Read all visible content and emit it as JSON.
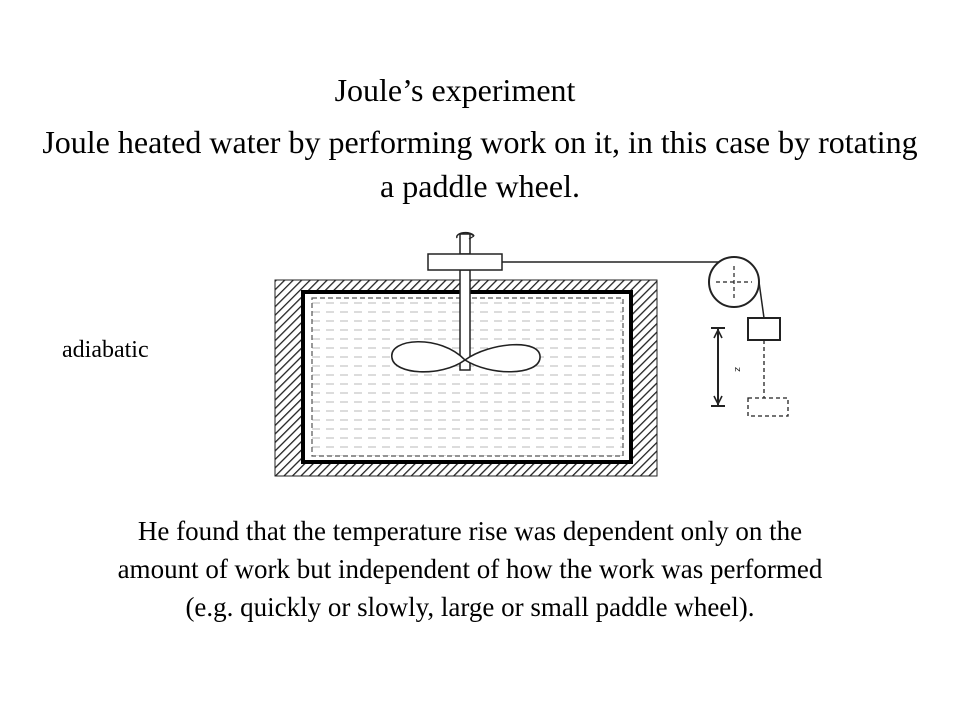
{
  "slide": {
    "title": "Joule’s experiment",
    "intro": "Joule heated water by performing work on it, in this case by rotating a paddle wheel.",
    "diagram_label": "adiabatic",
    "conclusion": "He found that the temperature rise was dependent only on the amount of work but independent of how the work was performed (e.g. quickly or slowly, large or small paddle wheel)."
  },
  "diagram": {
    "z_label": "z"
  }
}
